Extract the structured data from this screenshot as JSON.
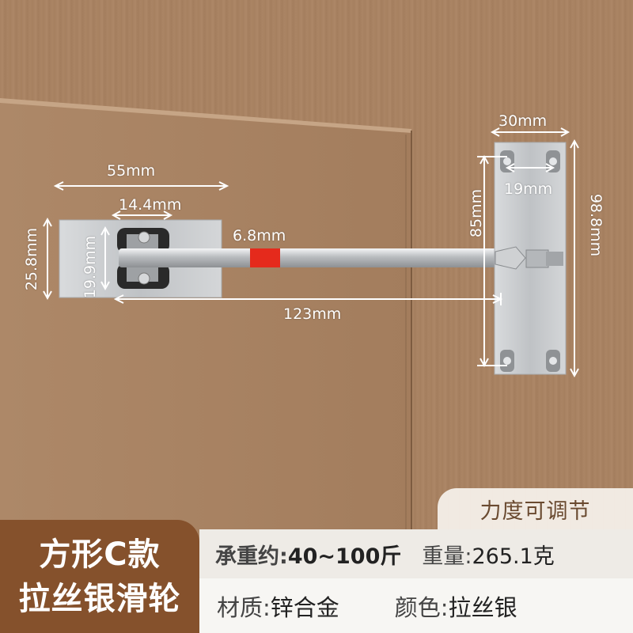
{
  "dimensions": {
    "cover_width": "55mm",
    "roller_width": "14.4mm",
    "cover_height": "25.8mm",
    "roller_height": "19.9mm",
    "rod_diameter": "6.8mm",
    "arm_length": "123mm",
    "plate_width": "30mm",
    "hole_spacing_h": "19mm",
    "hole_spacing_v": "85mm",
    "plate_height": "98.8mm"
  },
  "feature_tag": "力度可调节",
  "model": {
    "line1": "方形C款",
    "line2": "拉丝银滑轮"
  },
  "specs": {
    "load_label": "承重约:",
    "load_value": "40~100斤",
    "weight_label": "重量:",
    "weight_value": "265.1克",
    "material_label": "材质:",
    "material_value": "锌合金",
    "color_label": "颜色:",
    "color_value": "拉丝银"
  },
  "colors": {
    "wood": "#a88262",
    "badge_brown": "#85512c",
    "rod_marker_red": "#e52a1c",
    "metal": "#c9cbcd"
  }
}
